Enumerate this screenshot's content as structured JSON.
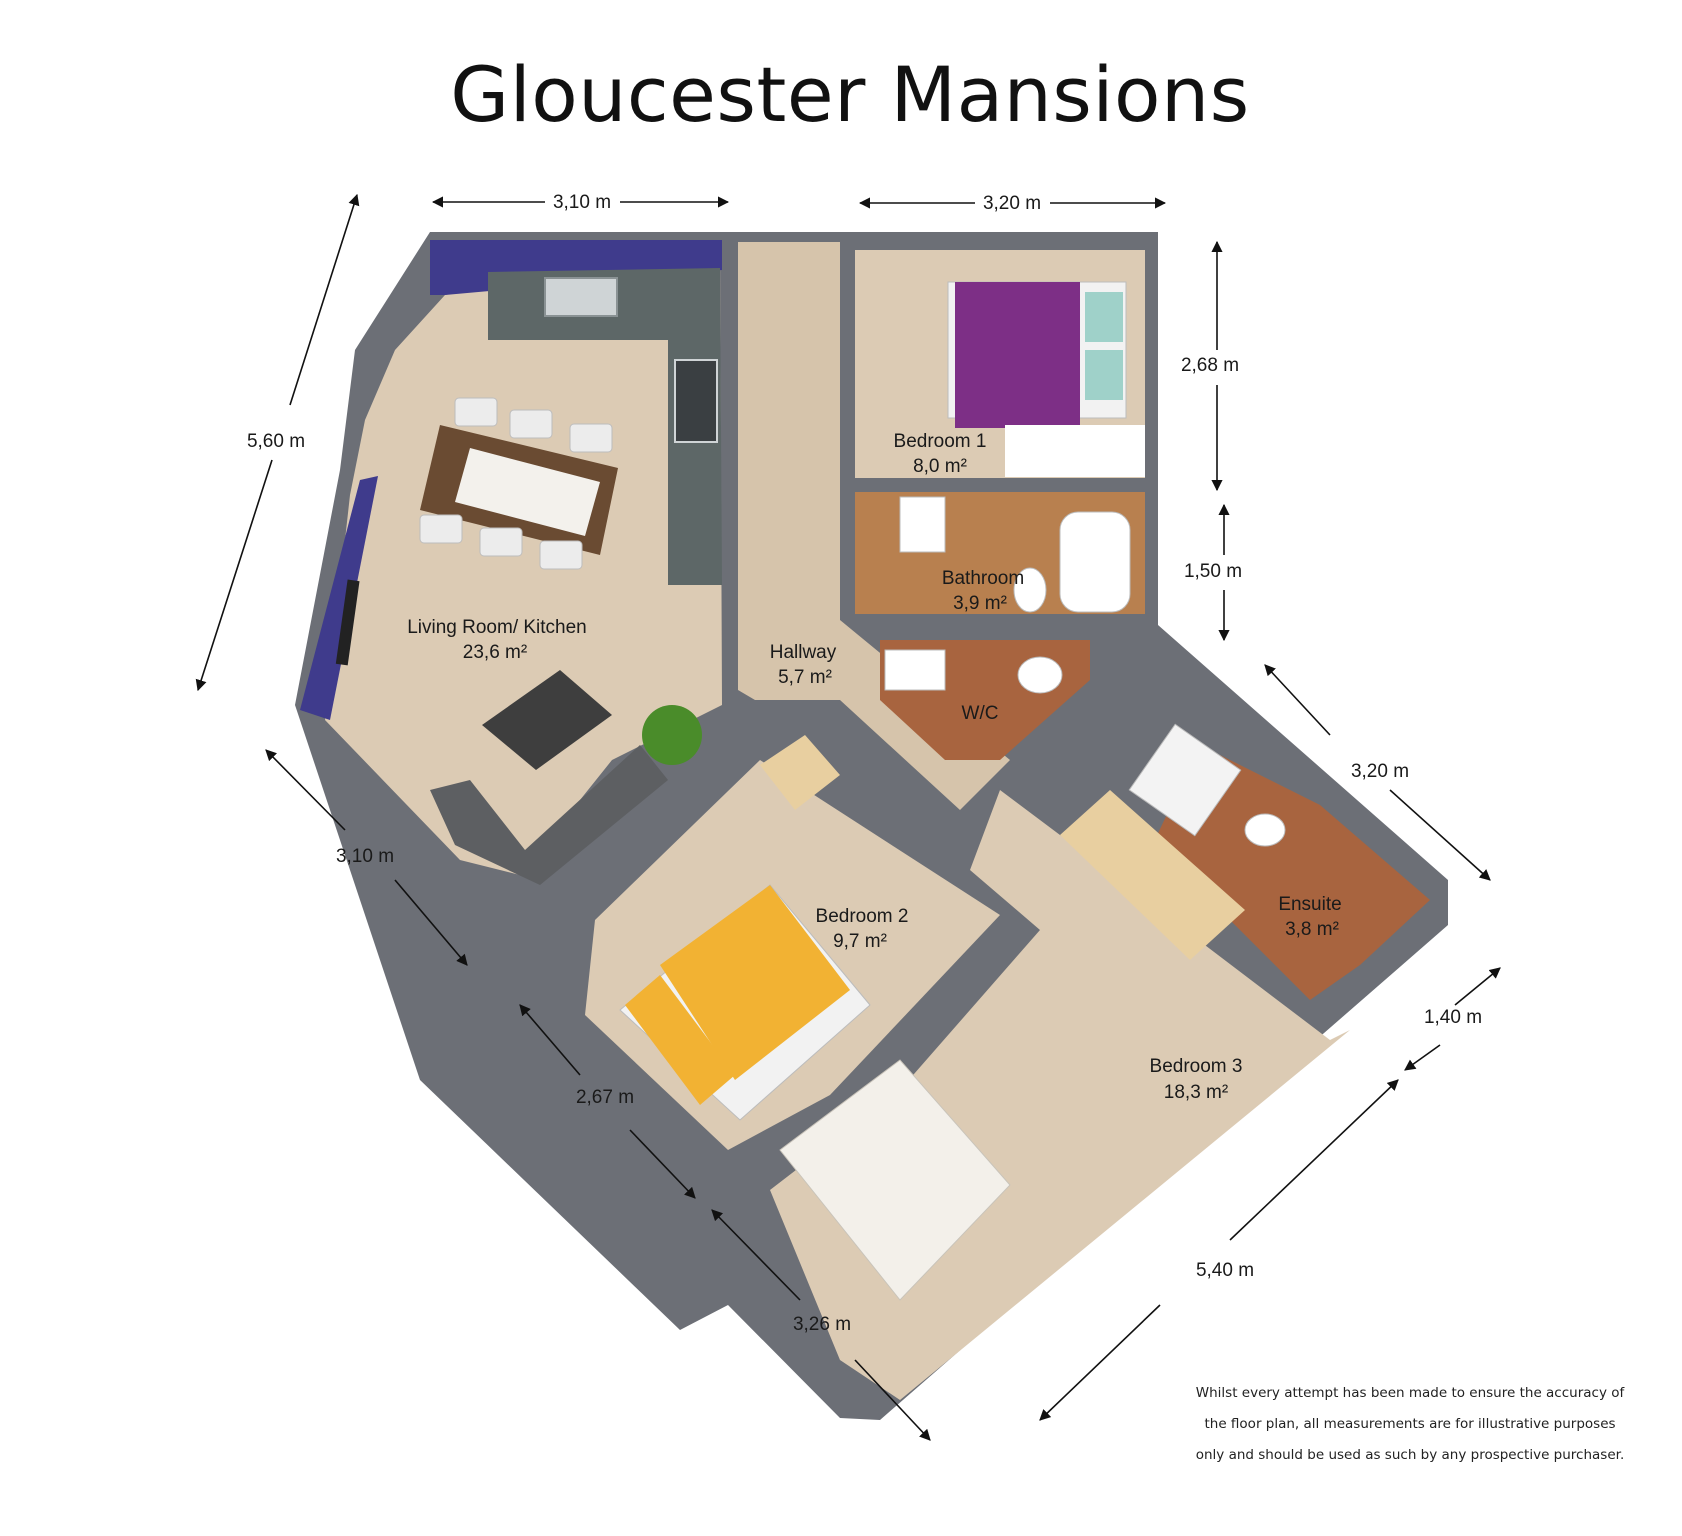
{
  "title": "Gloucester Mansions",
  "rooms": {
    "living": {
      "name": "Living Room/ Kitchen",
      "area": "23,6 m²"
    },
    "hallway": {
      "name": "Hallway",
      "area": "5,7 m²"
    },
    "bedroom1": {
      "name": "Bedroom 1",
      "area": "8,0 m²"
    },
    "bathroom": {
      "name": "Bathroom",
      "area": "3,9 m²"
    },
    "wc": {
      "name": "W/C"
    },
    "bedroom2": {
      "name": "Bedroom 2",
      "area": "9,7 m²"
    },
    "bedroom3": {
      "name": "Bedroom 3",
      "area": "18,3 m²"
    },
    "ensuite": {
      "name": "Ensuite",
      "area": "3,8 m²"
    }
  },
  "dimensions": {
    "living_top_width": "3,10 m",
    "bedroom1_top_width": "3,20 m",
    "bedroom1_depth": "2,68 m",
    "bathroom_depth": "1,50 m",
    "living_left_length": "5,60 m",
    "living_lower_left": "3,10 m",
    "bedroom2_outer": "2,67 m",
    "bedroom3_lower": "3,26 m",
    "bedroom3_right": "5,40 m",
    "ensuite_width": "3,20 m",
    "ensuite_depth": "1,40 m"
  },
  "disclaimer": [
    "Whilst every attempt has been made to ensure the accuracy of",
    "the floor plan, all measurements are for illustrative purposes",
    "only and should be used as such by any prospective purchaser."
  ],
  "colors": {
    "wall": "#6c6f76",
    "floor": "#dccbb4",
    "accent_wall": "#3f3b8c",
    "bed1_cover": "#7d2f86",
    "bed2_cover": "#f2b233",
    "tile": "#a8643f",
    "counter": "#5d6767"
  }
}
